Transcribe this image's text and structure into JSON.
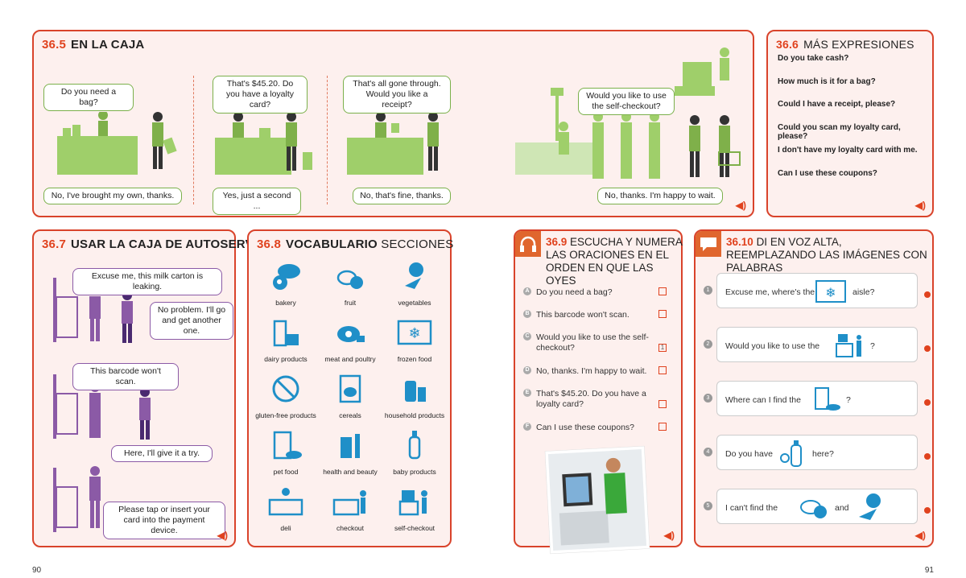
{
  "colors": {
    "accent": "#e0421e",
    "green": "#8fbf5a",
    "blue": "#1f8fc8",
    "purple": "#8b5aa6",
    "panel_bg": "#fdf0ee"
  },
  "s365": {
    "num": "36.5",
    "title": "EN LA CAJA",
    "bubbles_top": [
      "Do you need a bag?",
      "That's $45.20. Do you have a loyalty card?",
      "That's all gone through. Would you like a receipt?",
      "Would you like to use the self-checkout?"
    ],
    "bubbles_bottom": [
      "No, I've brought my own, thanks.",
      "Yes, just a second ...",
      "No, that's fine, thanks.",
      "No, thanks. I'm happy to wait."
    ]
  },
  "s366": {
    "num": "36.6",
    "title": "MÁS EXPRESIONES",
    "items": [
      "Do you take cash?",
      "How much is it for a bag?",
      "Could I have a receipt, please?",
      "Could you scan my loyalty card, please?",
      "I don't have my loyalty card with me.",
      "Can I use these coupons?"
    ]
  },
  "s367": {
    "num": "36.7",
    "title": "USAR LA CAJA DE AUTOSERVICIO",
    "bubbles": [
      "Excuse me, this milk carton is leaking.",
      "No problem. I'll go and get another one.",
      "This barcode won't scan.",
      "Here, I'll give it a try.",
      "Please tap or insert your card into the payment device."
    ]
  },
  "s368": {
    "num": "36.8",
    "title_bold": "VOCABULARIO",
    "title_rest": "SECCIONES",
    "items": [
      "bakery",
      "fruit",
      "vegetables",
      "dairy products",
      "meat and poultry",
      "frozen food",
      "gluten-free products",
      "cereals",
      "household products",
      "pet food",
      "health and beauty",
      "baby products",
      "deli",
      "checkout",
      "self-checkout"
    ]
  },
  "s369": {
    "num": "36.9",
    "title": "ESCUCHA Y NUMERA LAS ORACIONES EN EL ORDEN EN QUE LAS OYES",
    "items": [
      {
        "letter": "A",
        "text": "Do you need a bag?",
        "answer": ""
      },
      {
        "letter": "B",
        "text": "This barcode won't scan.",
        "answer": ""
      },
      {
        "letter": "C",
        "text": "Would you like to use the self-checkout?",
        "answer": "1"
      },
      {
        "letter": "D",
        "text": "No, thanks. I'm happy to wait.",
        "answer": ""
      },
      {
        "letter": "E",
        "text": "That's $45.20. Do you have a loyalty card?",
        "answer": ""
      },
      {
        "letter": "F",
        "text": "Can I use these coupons?",
        "answer": ""
      }
    ]
  },
  "s3610": {
    "num": "36.10",
    "title": "DI EN VOZ ALTA, REEMPLAZANDO LAS IMÁGENES CON PALABRAS",
    "rows": [
      {
        "n": "1",
        "before": "Excuse me, where's the",
        "after": "aisle?",
        "icon": "frozen-food-icon"
      },
      {
        "n": "2",
        "before": "Would you like to use the",
        "after": "?",
        "icon": "self-checkout-icon"
      },
      {
        "n": "3",
        "before": "Where can I find the",
        "after": "?",
        "icon": "pet-food-icon"
      },
      {
        "n": "4",
        "before": "Do you have",
        "after": "here?",
        "icon": "baby-products-icon"
      },
      {
        "n": "5",
        "before": "I can't find the",
        "mid": "and",
        "after": "",
        "icon": "fruit-icon",
        "icon2": "vegetables-icon"
      }
    ]
  },
  "pages": {
    "left": "90",
    "right": "91"
  }
}
